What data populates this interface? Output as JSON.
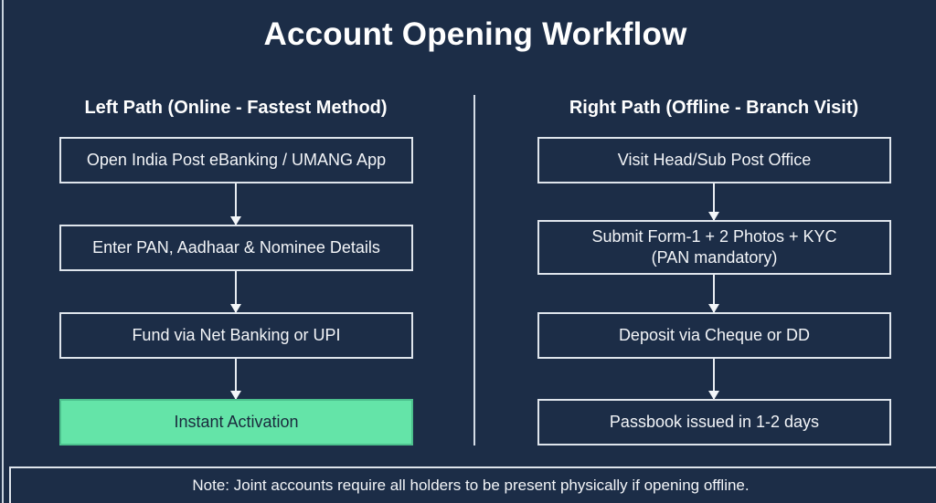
{
  "title": "Account Opening Workflow",
  "colors": {
    "background": "#1c2d47",
    "box_border": "#dfe5ec",
    "text": "#ffffff",
    "highlight_fill": "#64e4a8",
    "highlight_text": "#1a2a3d"
  },
  "left_path": {
    "heading": "Left Path (Online - Fastest Method)",
    "steps": [
      {
        "label": "Open India Post eBanking / UMANG App"
      },
      {
        "label": "Enter PAN, Aadhaar & Nominee Details"
      },
      {
        "label": "Fund via Net Banking or UPI"
      },
      {
        "label": "Instant Activation",
        "highlighted": true
      }
    ]
  },
  "right_path": {
    "heading": "Right Path (Offline - Branch Visit)",
    "steps": [
      {
        "label": "Visit Head/Sub Post Office"
      },
      {
        "label": "Submit Form-1 + 2 Photos + KYC",
        "sublabel": "(PAN mandatory)"
      },
      {
        "label": "Deposit via Cheque or DD"
      },
      {
        "label": "Passbook issued in 1-2 days"
      }
    ]
  },
  "note": "Note: Joint accounts require all holders to be present physically if opening offline."
}
